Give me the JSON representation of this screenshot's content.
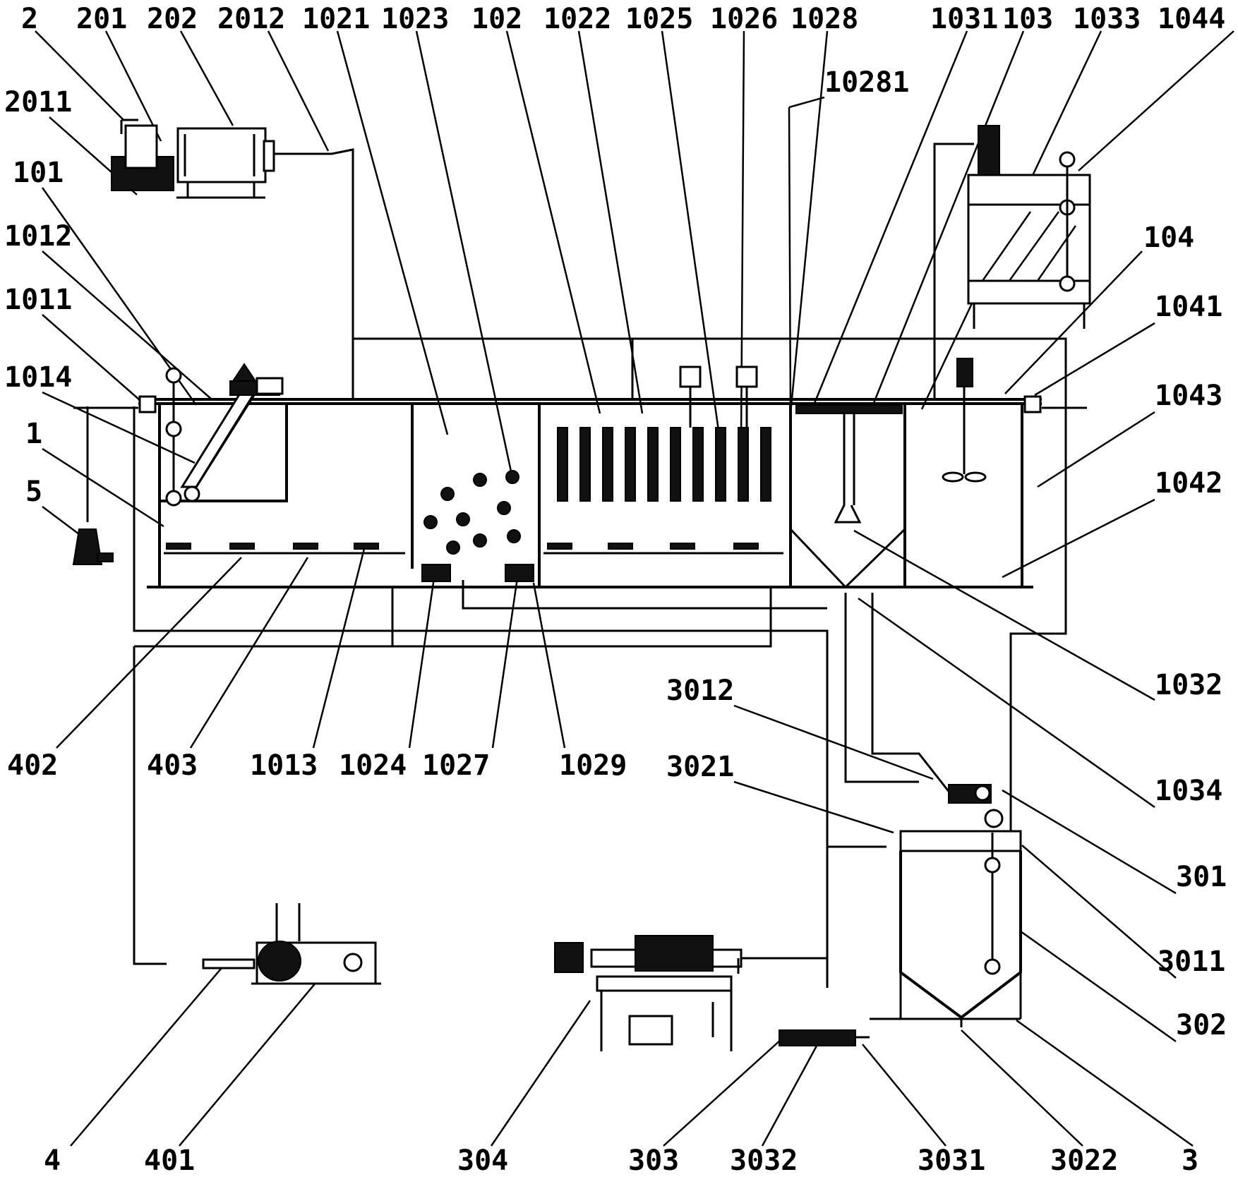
{
  "labels": [
    {
      "id": "2",
      "text": "2"
    },
    {
      "id": "201",
      "text": "201"
    },
    {
      "id": "202",
      "text": "202"
    },
    {
      "id": "2012",
      "text": "2012"
    },
    {
      "id": "1021",
      "text": "1021"
    },
    {
      "id": "1023",
      "text": "1023"
    },
    {
      "id": "102",
      "text": "102"
    },
    {
      "id": "1022",
      "text": "1022"
    },
    {
      "id": "1025",
      "text": "1025"
    },
    {
      "id": "1026",
      "text": "1026"
    },
    {
      "id": "1028",
      "text": "1028"
    },
    {
      "id": "1031",
      "text": "1031"
    },
    {
      "id": "103",
      "text": "103"
    },
    {
      "id": "1033",
      "text": "1033"
    },
    {
      "id": "1044",
      "text": "1044"
    },
    {
      "id": "10281",
      "text": "10281"
    },
    {
      "id": "2011",
      "text": "2011"
    },
    {
      "id": "101",
      "text": "101"
    },
    {
      "id": "1012",
      "text": "1012"
    },
    {
      "id": "1011",
      "text": "1011"
    },
    {
      "id": "1014",
      "text": "1014"
    },
    {
      "id": "1",
      "text": "1"
    },
    {
      "id": "5",
      "text": "5"
    },
    {
      "id": "104",
      "text": "104"
    },
    {
      "id": "1041",
      "text": "1041"
    },
    {
      "id": "1043",
      "text": "1043"
    },
    {
      "id": "1042",
      "text": "1042"
    },
    {
      "id": "1032",
      "text": "1032"
    },
    {
      "id": "3012",
      "text": "3012"
    },
    {
      "id": "3021",
      "text": "3021"
    },
    {
      "id": "1034",
      "text": "1034"
    },
    {
      "id": "402",
      "text": "402"
    },
    {
      "id": "403",
      "text": "403"
    },
    {
      "id": "1013",
      "text": "1013"
    },
    {
      "id": "1024",
      "text": "1024"
    },
    {
      "id": "1027",
      "text": "1027"
    },
    {
      "id": "1029",
      "text": "1029"
    },
    {
      "id": "301",
      "text": "301"
    },
    {
      "id": "3011",
      "text": "3011"
    },
    {
      "id": "302",
      "text": "302"
    },
    {
      "id": "4",
      "text": "4"
    },
    {
      "id": "401",
      "text": "401"
    },
    {
      "id": "304",
      "text": "304"
    },
    {
      "id": "303",
      "text": "303"
    },
    {
      "id": "3032",
      "text": "3032"
    },
    {
      "id": "3031",
      "text": "3031"
    },
    {
      "id": "3022",
      "text": "3022"
    },
    {
      "id": "3",
      "text": "3"
    }
  ]
}
